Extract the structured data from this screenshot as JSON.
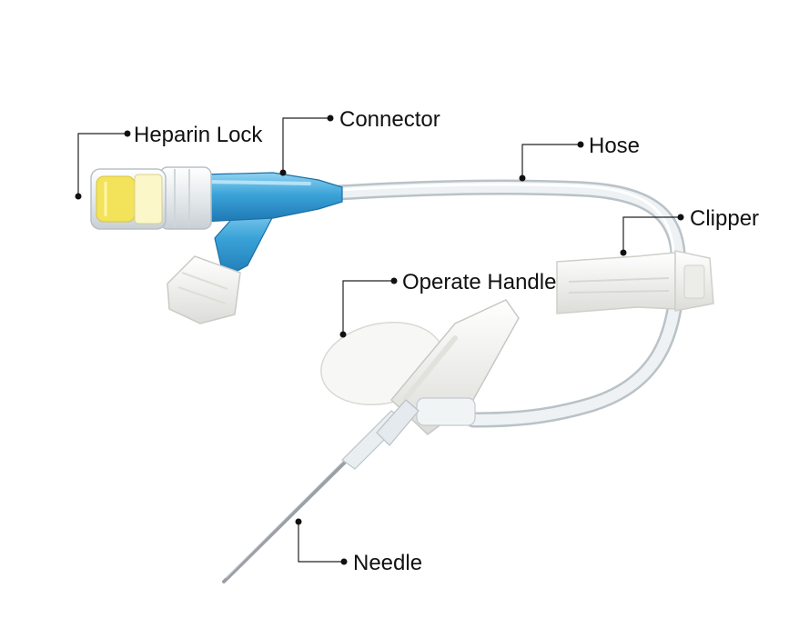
{
  "diagram": {
    "labels": {
      "heparin_lock": "Heparin Lock",
      "connector": "Connector",
      "hose": "Hose",
      "clipper": "Clipper",
      "operate_handle": "Operate Handle",
      "needle": "Needle"
    },
    "colors": {
      "connector_blue": "#3aa3d8",
      "heparin_yellow": "#f2e35a",
      "hose_clear": "#eef2f4",
      "clip_white": "#f4f4f2",
      "needle_gray": "#9aa0a6",
      "leader_line": "#222222"
    }
  }
}
